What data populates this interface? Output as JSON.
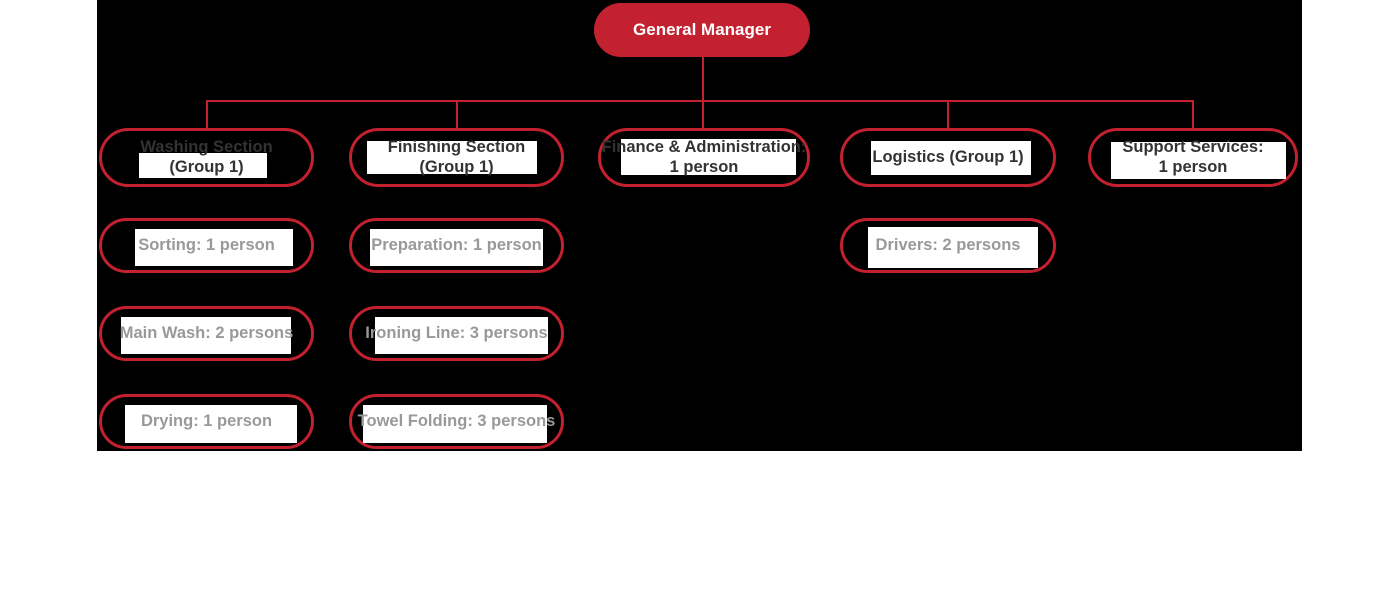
{
  "colors": {
    "accent_red": "#c32030",
    "branch_text": "#333333",
    "child_text": "#999999",
    "diagram_background": "#000000",
    "label_background": "#ffffff",
    "root_text": "#ffffff"
  },
  "org_chart": {
    "root": {
      "label": "General Manager"
    },
    "branches": [
      {
        "line1": "Washing Section",
        "line2": "(Group 1)"
      },
      {
        "line1": "Finishing Section",
        "line2": "(Group 1)"
      },
      {
        "line1": "Finance & Administration:",
        "line2": "1 person"
      },
      {
        "line1": "Logistics (Group 1)",
        "line2": ""
      },
      {
        "line1": "Support Services:",
        "line2": "1 person"
      }
    ],
    "children": {
      "washing": [
        "Sorting: 1 person",
        "Main Wash: 2 persons",
        "Drying: 1 person"
      ],
      "finishing": [
        "Preparation: 1 person",
        "Ironing Line: 3 persons",
        "Towel Folding: 3 persons"
      ],
      "logistics": [
        "Drivers: 2 persons"
      ]
    }
  }
}
